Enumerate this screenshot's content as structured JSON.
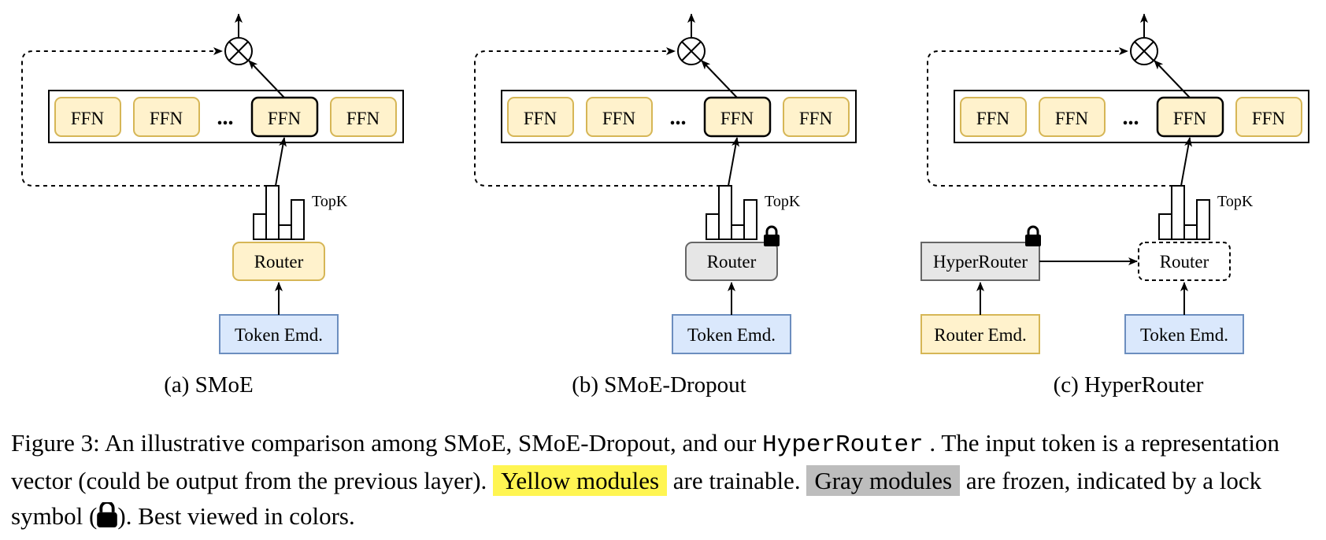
{
  "panels": [
    {
      "ffn_labels": [
        "FFN",
        "FFN",
        "FFN",
        "FFN"
      ],
      "ellipsis": "...",
      "topk_label": "TopK",
      "router_label": "Router",
      "token_label": "Token Emd.",
      "subcaption": "(a) SMoE",
      "router_state": "trainable"
    },
    {
      "ffn_labels": [
        "FFN",
        "FFN",
        "FFN",
        "FFN"
      ],
      "ellipsis": "...",
      "topk_label": "TopK",
      "router_label": "Router",
      "token_label": "Token Emd.",
      "subcaption": "(b) SMoE-Dropout",
      "router_state": "frozen"
    },
    {
      "ffn_labels": [
        "FFN",
        "FFN",
        "FFN",
        "FFN"
      ],
      "ellipsis": "...",
      "topk_label": "TopK",
      "router_label": "Router",
      "token_label": "Token Emd.",
      "hyperrouter_label": "HyperRouter",
      "router_emd_label": "Router Emd.",
      "subcaption": "(c) HyperRouter",
      "router_state": "generated"
    }
  ],
  "caption": {
    "part1": "Figure 3: An illustrative comparison among SMoE, SMoE-Dropout, and our ",
    "method": "HyperRouter",
    "part2": " . The input token is a representation vector (could be output from the previous layer). ",
    "yellow": "Yellow modules",
    "part3": " are trainable. ",
    "gray": "Gray modules",
    "part4": " are frozen, indicated by a lock symbol (",
    "part5": "). Best viewed in colors."
  },
  "colors": {
    "yellow_fill": "#fff2cc",
    "yellow_stroke": "#d6b656",
    "blue_fill": "#dae8fc",
    "blue_stroke": "#6c8ebf",
    "gray_fill": "#e6e6e6",
    "gray_stroke": "#666666",
    "highlight_yellow": "#fff552",
    "highlight_gray": "#bdbdbd"
  },
  "icons": [
    "otimes-icon",
    "lock-icon",
    "arrow-icon"
  ]
}
